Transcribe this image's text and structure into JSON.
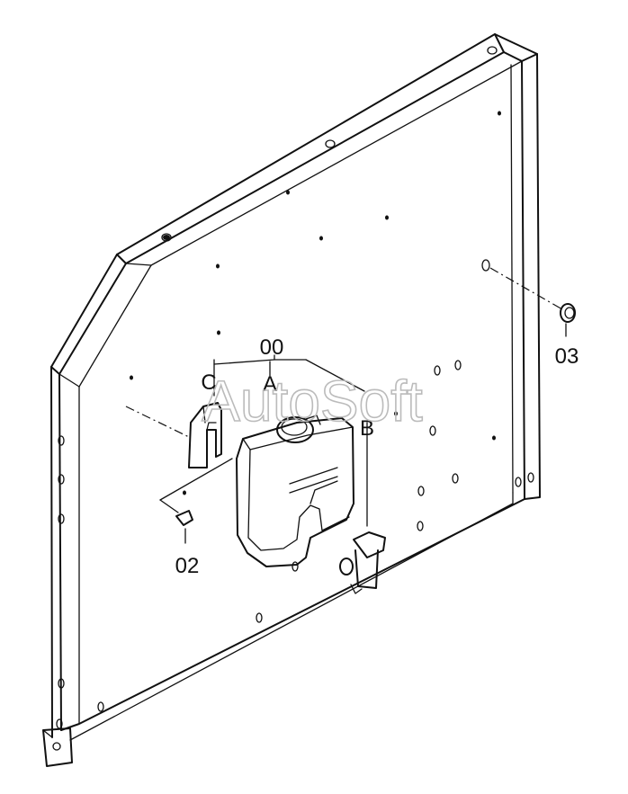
{
  "labels": {
    "assembly": "00",
    "point_a": "A",
    "point_b": "B",
    "point_c": "C",
    "part_02": "02",
    "part_03": "03"
  },
  "watermark": "AutoSoft",
  "colors": {
    "line": "#111111",
    "background": "#ffffff",
    "watermark": "#bbbbbb"
  }
}
